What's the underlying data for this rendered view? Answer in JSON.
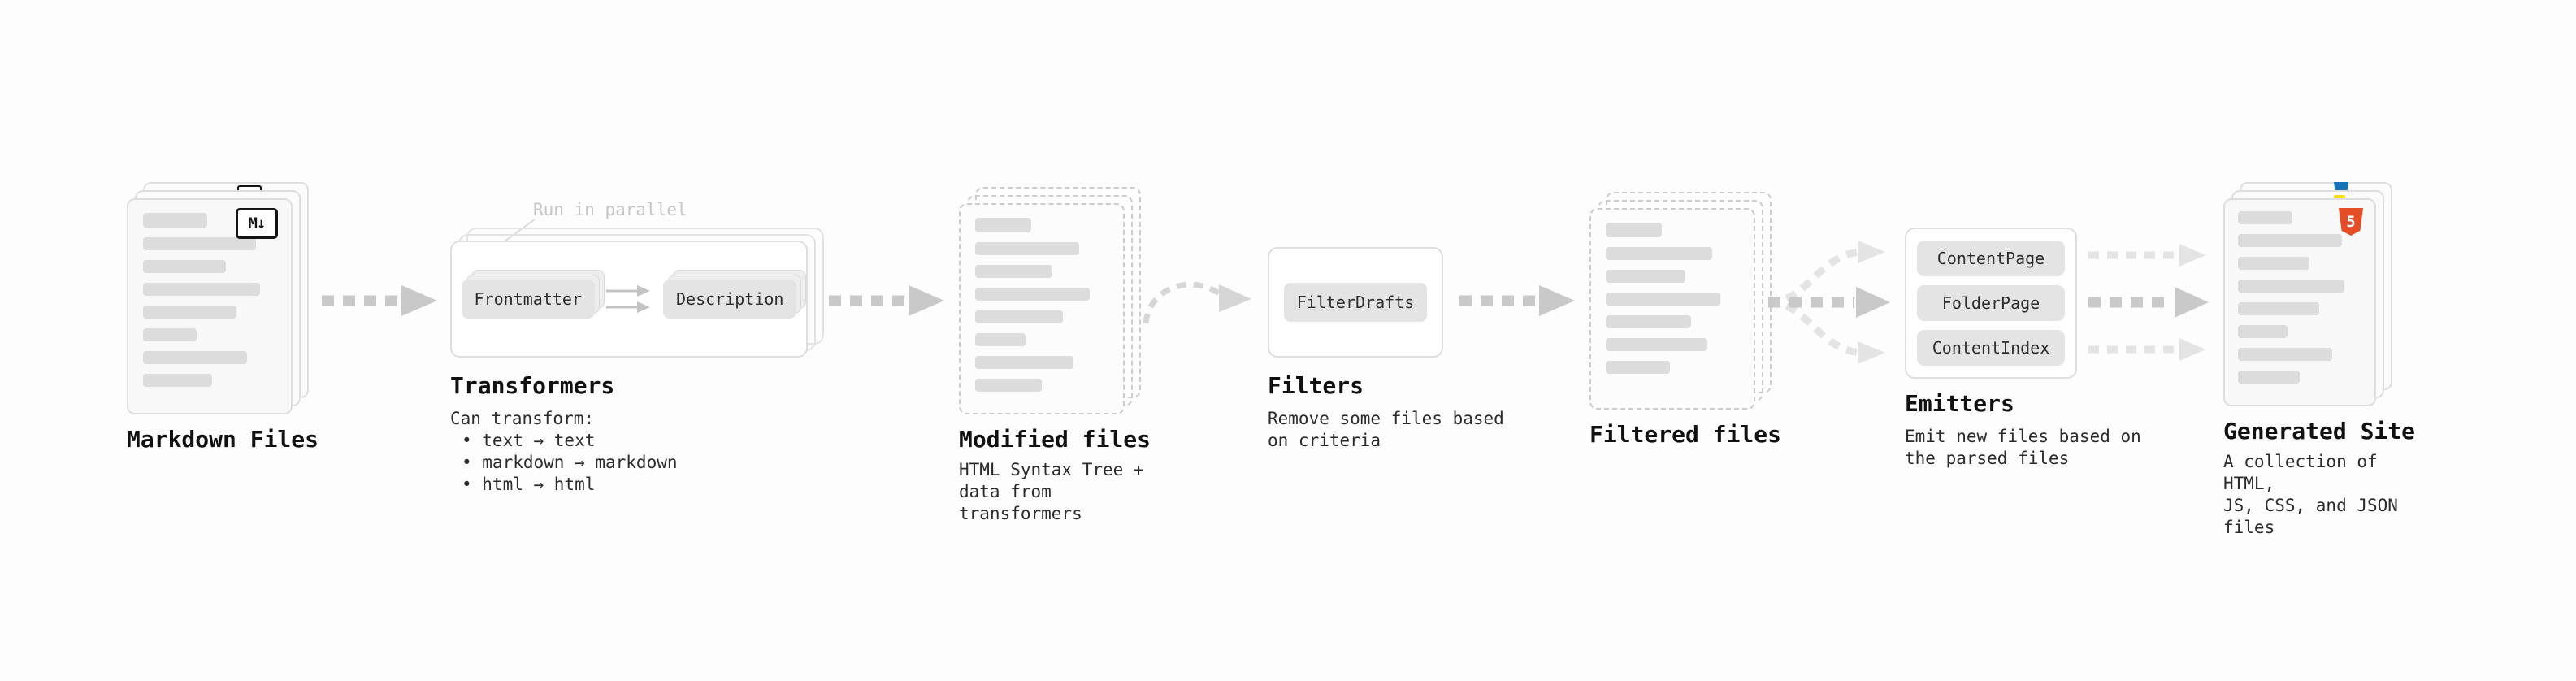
{
  "stages": {
    "markdown_files": {
      "title": "Markdown Files"
    },
    "transformers": {
      "title": "Transformers",
      "parallel_note": "Run in parallel",
      "plugins": [
        "Frontmatter",
        "Description"
      ],
      "caption_heading": "Can transform:",
      "caption_items": [
        "• text → text",
        "• markdown → markdown",
        "• html → html"
      ]
    },
    "modified_files": {
      "title": "Modified files",
      "caption": "HTML Syntax Tree +\ndata from transformers"
    },
    "filters": {
      "title": "Filters",
      "plugins": [
        "FilterDrafts"
      ],
      "caption": "Remove some files based\non criteria"
    },
    "filtered_files": {
      "title": "Filtered files"
    },
    "emitters": {
      "title": "Emitters",
      "plugins": [
        "ContentPage",
        "FolderPage",
        "ContentIndex"
      ],
      "caption": "Emit new files based on\nthe parsed files"
    },
    "generated_site": {
      "title": "Generated Site",
      "caption": "A collection of HTML,\nJS, CSS, and JSON files"
    }
  },
  "icons": {
    "markdown": "M↓",
    "html5": "5"
  },
  "colors": {
    "background": "#fdfdfd",
    "card_bg": "#f8f8f8",
    "bar": "#dcdcdc",
    "border": "#dedede",
    "arrow": "#c9c9c9",
    "arrow_light": "#e4e4e4",
    "plugin_bg": "#e4e4e4",
    "html5_orange": "#e44d26",
    "css_blue": "#1572b6",
    "js_yellow": "#f5de19"
  }
}
